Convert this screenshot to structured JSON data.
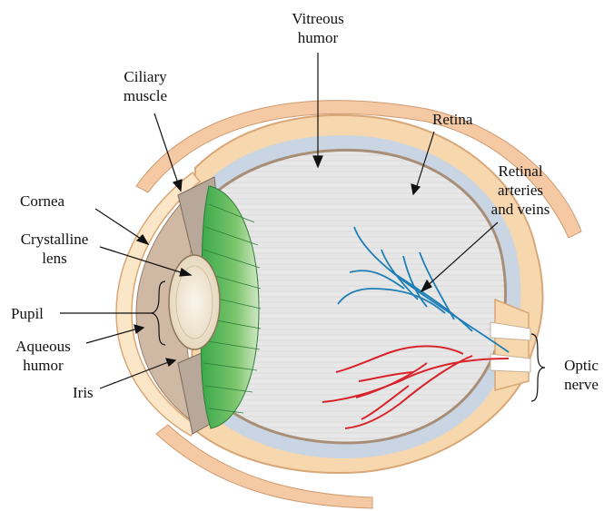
{
  "labels": {
    "vitreous_humor": "Vitreous\nhumor",
    "ciliary_muscle": "Ciliary\nmuscle",
    "retina": "Retina",
    "retinal_vessels": "Retinal\narteries\nand veins",
    "cornea": "Cornea",
    "crystalline_lens": "Crystalline\nlens",
    "pupil": "Pupil",
    "aqueous_humor": "Aqueous\nhumor",
    "iris": "Iris",
    "optic_nerve": "Optic\nnerve"
  },
  "colors": {
    "sclera": "#f6d7ae",
    "sclera_edge": "#d9a777",
    "choroid": "#c9d5e2",
    "retina_line": "#a88e77",
    "vitreous": "#e6e6e6",
    "ciliary_green": "#5ab85d",
    "lens": "#f4ecdc",
    "artery": "#d8232a",
    "vein": "#1d7fb5",
    "cornea": "#fbe7c8"
  }
}
